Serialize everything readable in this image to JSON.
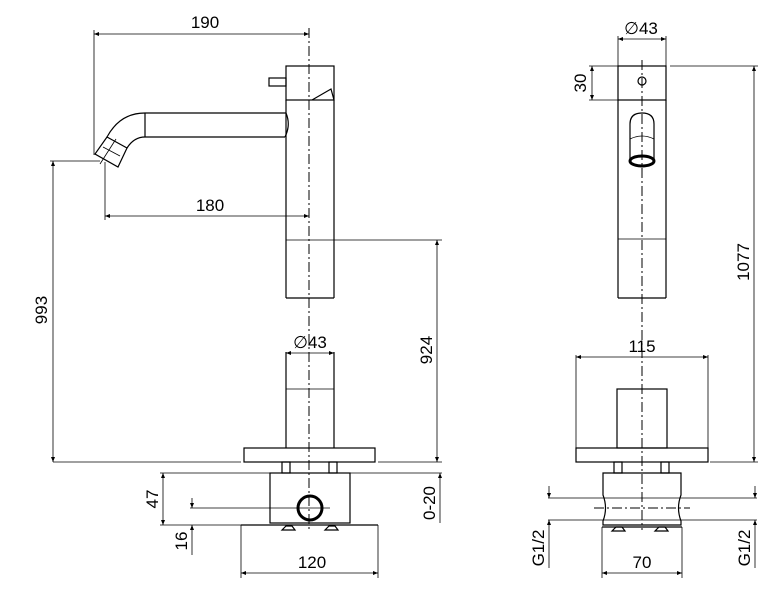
{
  "drawing": {
    "side_view": {
      "spout_reach_overall": "190",
      "spout_reach": "180",
      "spout_height": "993",
      "deck_to_handle_height": "924",
      "column_diameter": "∅43",
      "valve_height": "47",
      "valve_offset": "16",
      "deck_thickness": "0-20",
      "valve_width": "120"
    },
    "front_view": {
      "column_diameter": "∅43",
      "handle_height": "30",
      "total_height": "1077",
      "flange_width": "115",
      "connection_left": "G1/2",
      "connection_right": "G1/2",
      "valve_width": "70"
    }
  }
}
